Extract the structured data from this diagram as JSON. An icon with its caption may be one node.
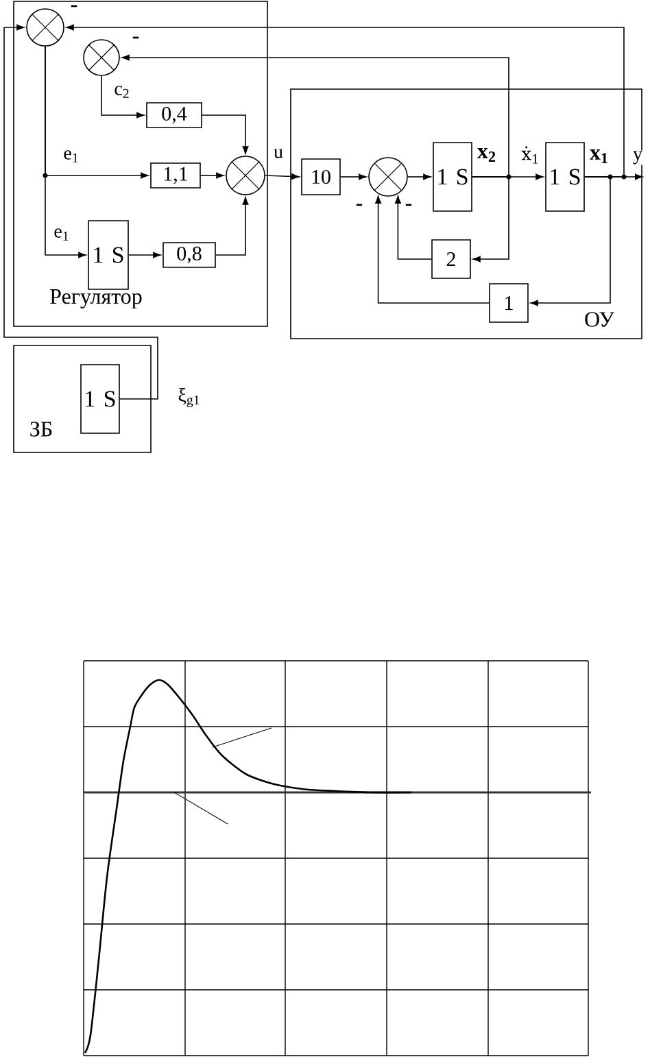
{
  "diagram": {
    "nodes": [
      {
        "text": [
          "Регулятор"
        ]
      },
      {
        "text": [],
        "shape": "circle",
        "in": 0
      },
      {
        "text": [],
        "shape": "circle",
        "in": 0
      },
      {
        "text": [
          "0,4"
        ],
        "in": 0
      },
      {
        "text": [
          "1,1"
        ],
        "in": 0
      },
      {
        "text": [],
        "shape": "circle",
        "in": 0
      },
      {
        "text": [
          "1 S"
        ],
        "in": 0
      },
      {
        "text": [
          "0,8"
        ],
        "in": 0
      },
      {
        "text": [
          "ОУ"
        ]
      },
      {
        "text": [
          "10"
        ],
        "in": 8
      },
      {
        "text": [],
        "shape": "circle",
        "in": 8
      },
      {
        "text": [
          "1 S"
        ],
        "in": 8
      },
      {
        "text": [
          "1 S"
        ],
        "in": 8
      },
      {
        "text": [
          "2"
        ],
        "in": 8
      },
      {
        "text": [
          "1"
        ],
        "in": 8
      },
      {
        "text": [
          "ЗБ"
        ]
      },
      {
        "text": [
          "1 S"
        ],
        "in": 15
      }
    ],
    "edges": [
      {
        "from": 1,
        "to": 4,
        "arrow": "to",
        "label": "e$_{1}$"
      },
      {
        "from": 1,
        "to": 6,
        "arrow": "to",
        "label": "e$_{1}$"
      },
      {
        "from": 2,
        "to": 3,
        "arrow": "to",
        "label": "c$_{2}$"
      },
      {
        "from": 3,
        "to": 5,
        "arrow": "to"
      },
      {
        "from": 4,
        "to": 5,
        "arrow": "to"
      },
      {
        "from": 6,
        "to": 7,
        "arrow": "to"
      },
      {
        "from": 7,
        "to": 5,
        "arrow": "to"
      },
      {
        "from": 5,
        "to": 9,
        "arrow": "to",
        "label": "u"
      },
      {
        "from": 9,
        "to": 10,
        "arrow": "to"
      },
      {
        "from": 10,
        "to": 11,
        "arrow": "to"
      },
      {
        "from": 11,
        "to": 12,
        "arrow": "to",
        "label": "ẋ$_{1}$"
      },
      {
        "from": 11,
        "to": 13,
        "arrow": "to"
      },
      {
        "from": 11,
        "to": 2,
        "arrow": "to"
      },
      {
        "from": 13,
        "to": 10,
        "arrow": "to"
      },
      {
        "from": 12,
        "to": null,
        "arrow": "to",
        "label": "y"
      },
      {
        "from": 12,
        "to": 14,
        "arrow": "to"
      },
      {
        "from": 12,
        "to": 1,
        "arrow": "to"
      },
      {
        "from": 14,
        "to": 10,
        "arrow": "to"
      },
      {
        "from": 16,
        "to": 1,
        "arrow": "to",
        "label": "ξ$_{g1}$"
      }
    ],
    "labels": [
      "-",
      "-",
      "x$_{2}$",
      "x$_{1}$",
      "-",
      "-"
    ]
  }
}
